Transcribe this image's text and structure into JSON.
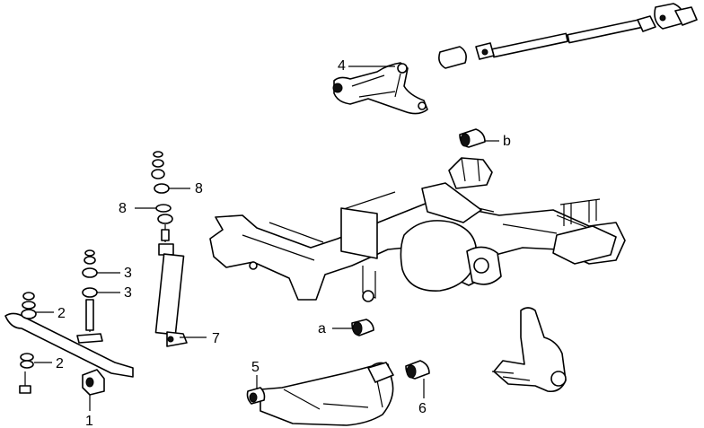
{
  "callouts": {
    "c1": "1",
    "c2a": "2",
    "c2b": "2",
    "c3a": "3",
    "c3b": "3",
    "c4": "4",
    "c5": "5",
    "c6": "6",
    "c7": "7",
    "c8a": "8",
    "c8b": "8",
    "ca": "a",
    "cb": "b"
  }
}
